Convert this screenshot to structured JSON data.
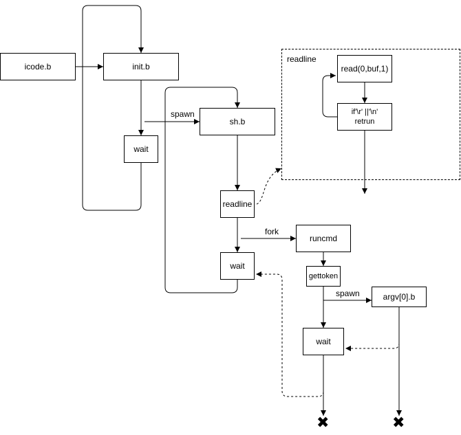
{
  "nodes": {
    "icode": "icode.b",
    "init": "init.b",
    "wait1": "wait",
    "sh": "sh.b",
    "readline_node": "readline",
    "wait2": "wait",
    "runcmd": "runcmd",
    "gettoken": "gettoken",
    "argv0": "argv[0].b",
    "wait3": "wait",
    "read": "read(0,buf,1)",
    "ifline1": "if'\\r' ||'\\n'",
    "ifline2": "retrun"
  },
  "labels": {
    "spawn1": "spawn",
    "fork": "fork",
    "spawn2": "spawn",
    "group_title": "readline"
  },
  "icons": {
    "end1": "x-mark-icon",
    "end2": "x-mark-icon"
  }
}
